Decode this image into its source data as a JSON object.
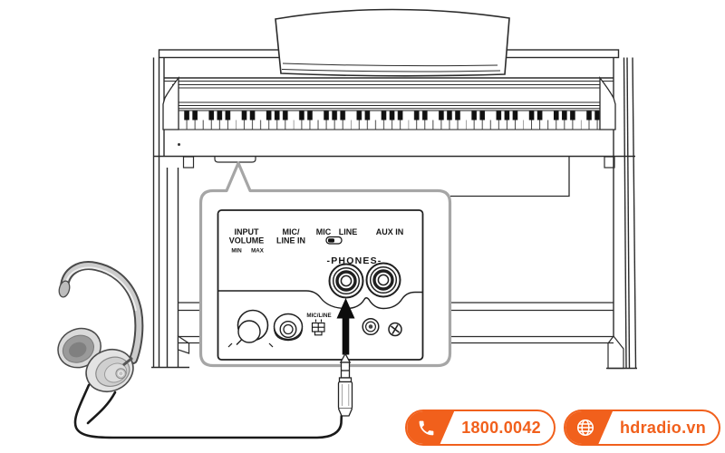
{
  "colors": {
    "accent_orange": "#F1601C",
    "callout_gray": "#A6A6A6",
    "line_art": "#2B2B2B"
  },
  "diagram": {
    "description_names": [
      "upright-digital-piano",
      "headphones",
      "headphone-cable",
      "quarter-inch-plug",
      "connection-arrow",
      "connector-panel-callout"
    ],
    "panel": {
      "labels": {
        "input_volume_1": "INPUT",
        "input_volume_2": "VOLUME",
        "min": "MIN",
        "max": "MAX",
        "mic_line_in_1": "MIC/",
        "mic_line_in_2": "LINE IN",
        "mic_switch_top_1": "MIC",
        "mic_switch_top_2": "LINE",
        "aux_in": "AUX IN",
        "phones": "-PHONES-",
        "mic_line_switch": "MIC/LINE"
      }
    }
  },
  "footer": {
    "hotline": {
      "label": "1800.0042",
      "icon": "phone-icon"
    },
    "website": {
      "label": "hdradio.vn",
      "icon": "globe-icon"
    }
  }
}
